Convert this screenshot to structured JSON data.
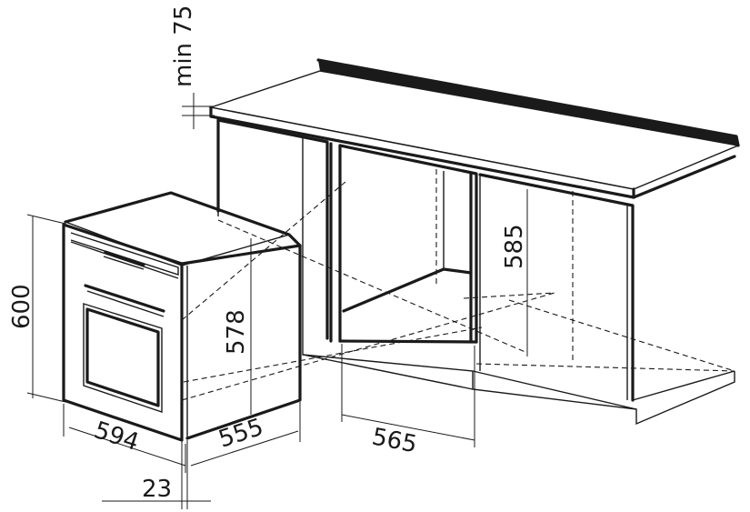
{
  "dimensions": {
    "min_gap": "min 75",
    "height": "600",
    "inner_height": "578",
    "width": "594",
    "depth": "555",
    "frame_offset": "23",
    "niche_width": "565",
    "niche_height": "585"
  }
}
